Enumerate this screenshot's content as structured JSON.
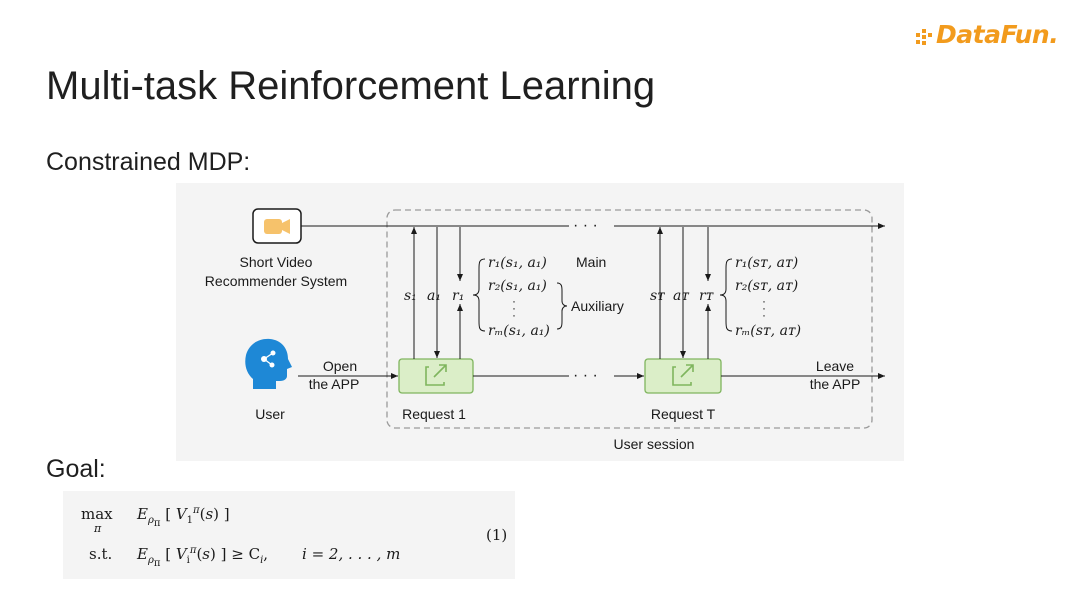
{
  "logo": {
    "text": "DataFun.",
    "color": "#f29b1d"
  },
  "title": "Multi-task Reinforcement Learning",
  "subtitle": "Constrained MDP:",
  "goal_label": "Goal:",
  "diagram": {
    "system_label_line1": "Short Video",
    "system_label_line2": "Recommender System",
    "user_label": "User",
    "open_line1": "Open",
    "open_line2": "the APP",
    "leave_line1": "Leave",
    "leave_line2": "the APP",
    "request_1": "Request 1",
    "request_t": "Request T",
    "session": "User session",
    "main": "Main",
    "auxiliary": "Auxiliary",
    "ellipsis": "· · ·",
    "s1": "s₁",
    "a1": "a₁",
    "r1": "r₁",
    "sT": "sᴛ",
    "aT": "aᴛ",
    "rT": "rᴛ",
    "reward_1_lines": [
      "r₁(s₁, a₁)",
      "r₂(s₁, a₁)",
      "rₘ(s₁, a₁)"
    ],
    "reward_T_lines": [
      "r₁(sᴛ, aᴛ)",
      "r₂(sᴛ, aᴛ)",
      "rₘ(sᴛ, aᴛ)"
    ],
    "colors": {
      "request_fill": "#dbeec8",
      "request_stroke": "#7fb55e",
      "camera": "#f6c26b",
      "user_head": "#1e88d6"
    }
  },
  "equation": {
    "max": "max",
    "pi": "π",
    "obj": "E",
    "st": "s.t.",
    "constraint_rhs": "≥ C",
    "index": "i = 2, . . . , m",
    "number": "(1)"
  }
}
